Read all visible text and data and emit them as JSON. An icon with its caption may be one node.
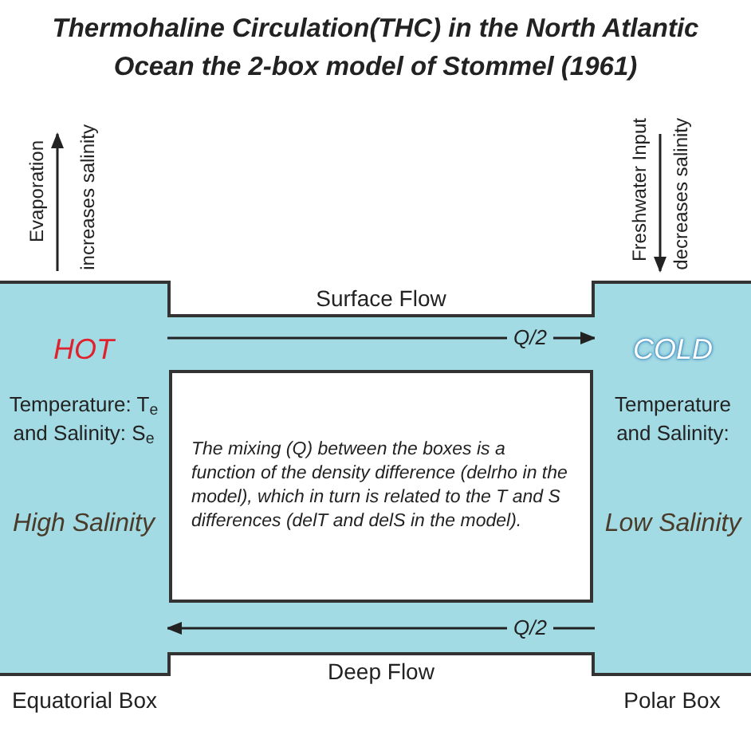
{
  "diagram": {
    "title": "Thermohaline Circulation(THC) in the North Atlantic Ocean the 2-box model of Stommel (1961)",
    "nodes": [
      {
        "text": [
          "HOT",
          "Temperature: T$_{e}$ and Salinity: S$_{e}$",
          "High Salinity"
        ]
      },
      {
        "text": [
          "COLD",
          "Temperature and Salinity:",
          "Low Salinity"
        ]
      },
      {
        "text": [
          "The mixing (Q) between the boxes is a function of the density difference (delrho in the model), which in turn is related to the T and S differences (delT and delS in the model)."
        ]
      }
    ],
    "edges": [
      {
        "from": 0,
        "to": 1,
        "arrow": "to",
        "label": "Q/2"
      },
      {
        "from": 1,
        "to": 0,
        "arrow": "to",
        "label": "Q/2"
      }
    ],
    "labels": [
      "Evaporation",
      "increases salinity",
      "Freshwater Input",
      "decreases salinity",
      "Surface Flow",
      "Deep Flow",
      "Equatorial Box",
      "Polar Box"
    ]
  }
}
